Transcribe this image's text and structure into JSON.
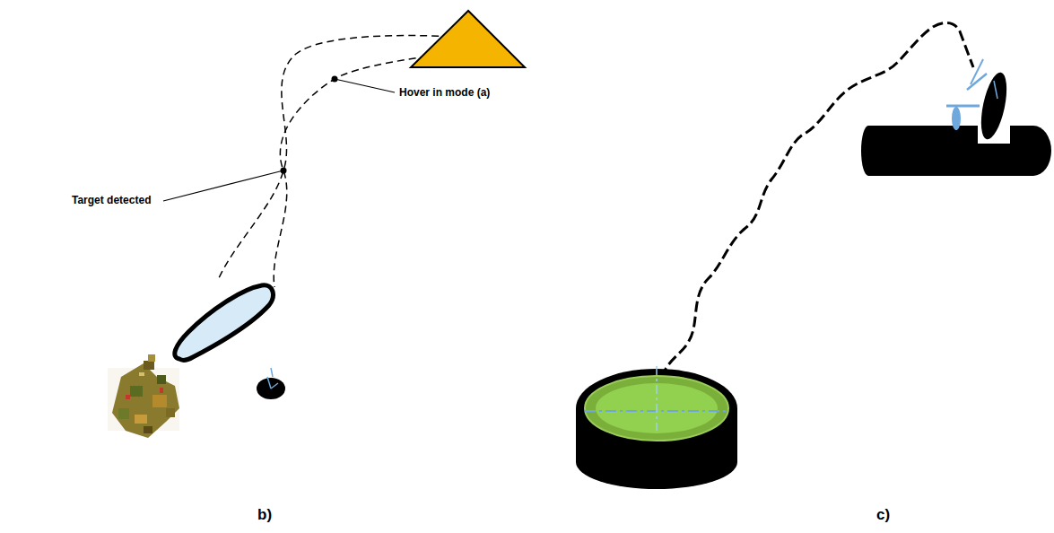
{
  "diagram": {
    "labels": [
      "Hover in mode (a)",
      "Target detected",
      "b)",
      "c)"
    ]
  }
}
